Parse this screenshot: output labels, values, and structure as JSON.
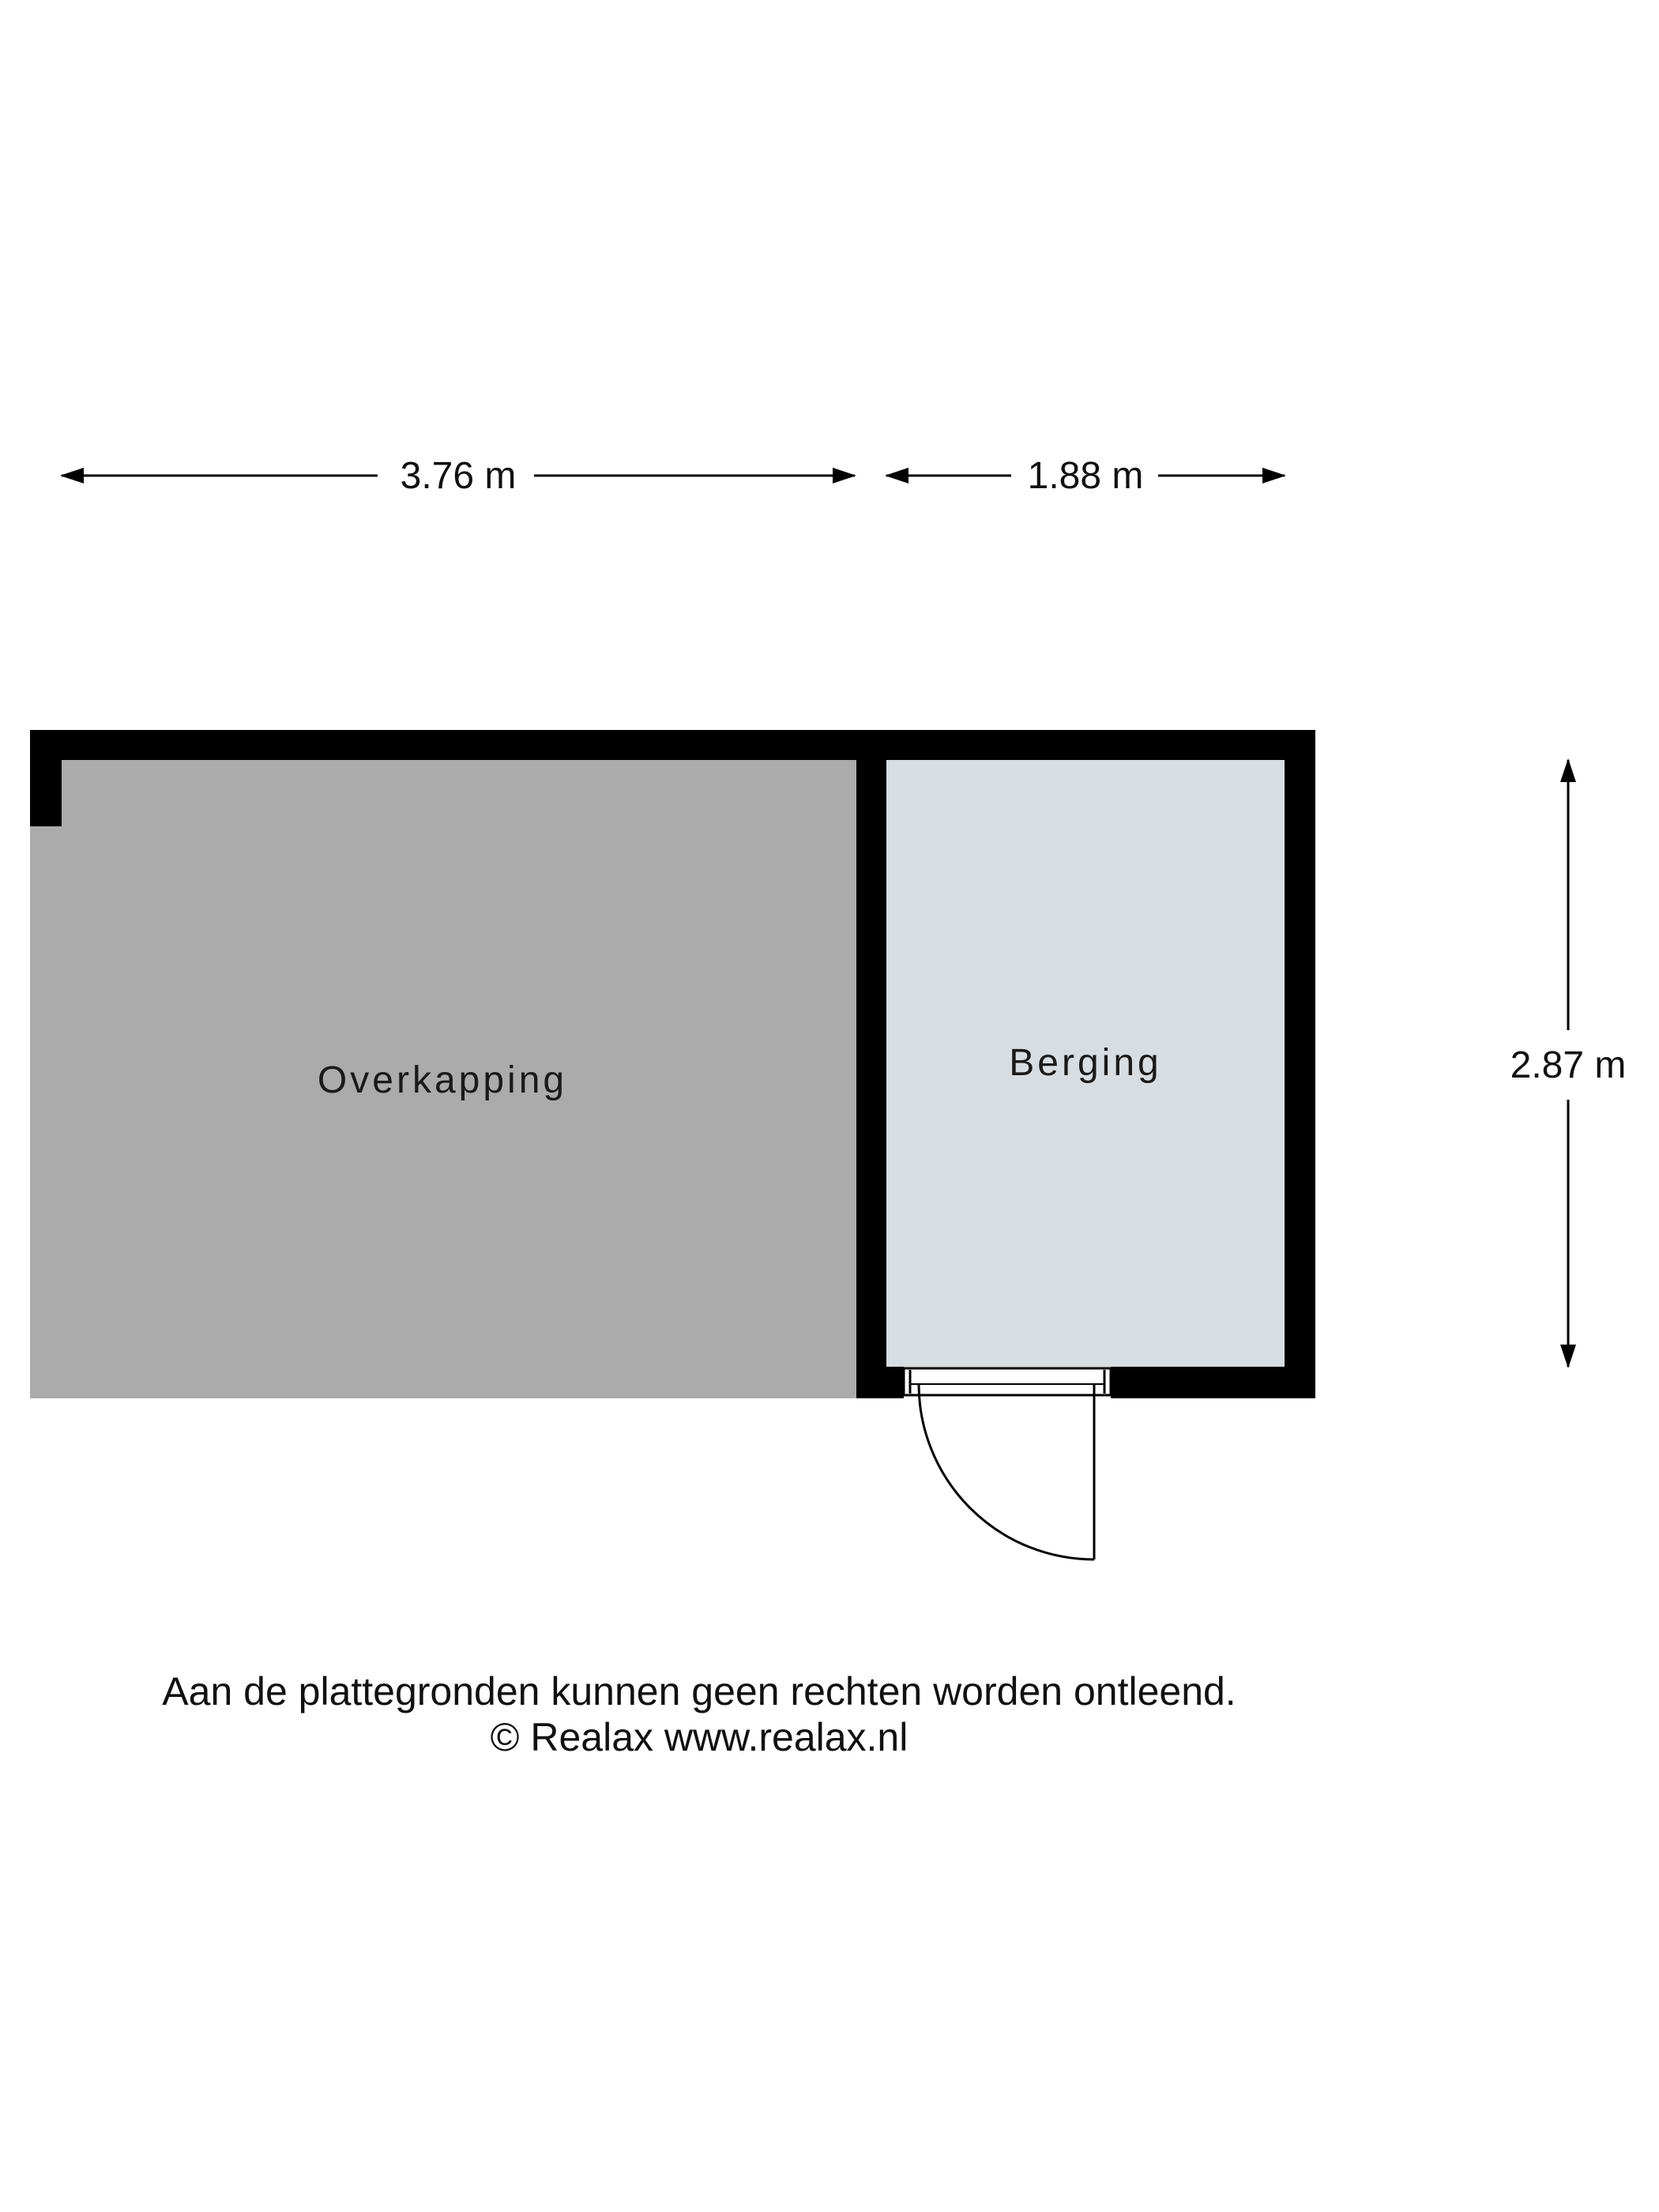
{
  "dimensions": {
    "overkapping_width": "3.76 m",
    "berging_width": "1.88 m",
    "height": "2.87 m"
  },
  "rooms": {
    "overkapping": "Overkapping",
    "berging": "Berging"
  },
  "footer": {
    "disclaimer": "Aan de plattegronden kunnen geen rechten worden ontleend.",
    "copyright": "© Realax www.realax.nl"
  },
  "colors": {
    "wall": "#000000",
    "overkapping_floor": "#ababab",
    "berging_floor": "#d8dde1"
  }
}
